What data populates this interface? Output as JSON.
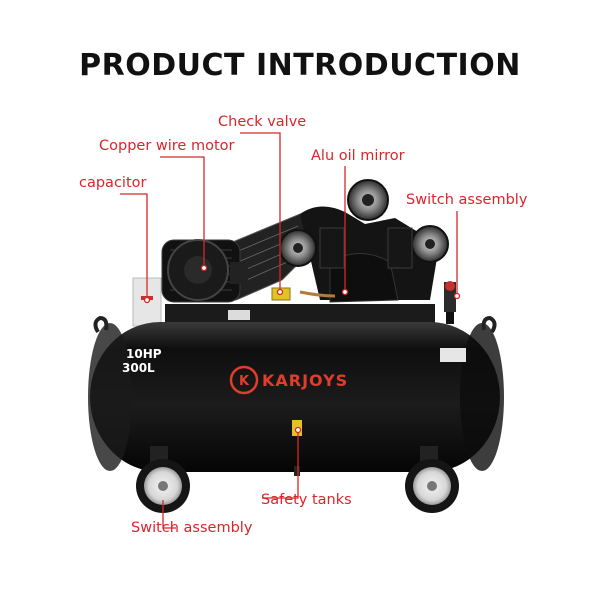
{
  "title": "PRODUCT INTRODUCTION",
  "callouts": {
    "check_valve": "Check valve",
    "copper_motor": "Copper wire motor",
    "alu_oil_mirror": "Alu oil mirror",
    "capacitor": "capacitor",
    "switch_assembly_top": "Switch assembly",
    "safety_tanks": "Safety tanks",
    "switch_assembly_bottom": "Switch assembly"
  },
  "product": {
    "brand": "KARJOYS",
    "logo_letter": "K",
    "power": "10HP",
    "capacity": "300L"
  },
  "colors": {
    "callout": "#d8262b",
    "tank": "#111111",
    "brand_red": "#e23c2c"
  }
}
